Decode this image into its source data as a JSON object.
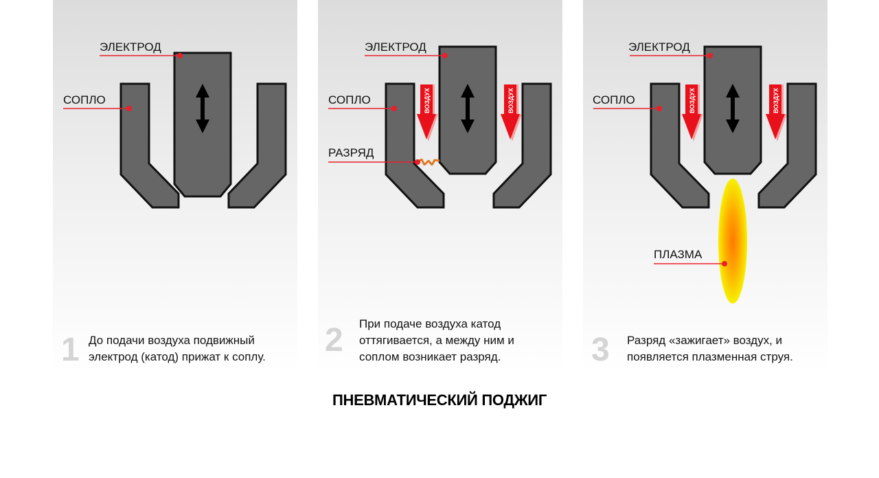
{
  "title": "ПНЕВМАТИЧЕСКИЙ ПОДЖИГ",
  "labels": {
    "electrode": "ЭЛЕКТРОД",
    "nozzle": "СОПЛО",
    "discharge": "РАЗРЯД",
    "plasma": "ПЛАЗМА",
    "air": "ВОЗДУХ"
  },
  "steps": [
    {
      "number": "1",
      "lines": [
        "До подачи воздуха подвижный",
        "электрод (катод) прижат к соплу."
      ]
    },
    {
      "number": "2",
      "lines": [
        "При подаче воздуха катод",
        "оттягивается, а между ним и",
        "соплом возникает разряд."
      ]
    },
    {
      "number": "3",
      "lines": [
        "Разряд «зажигает» воздух, и",
        "появляется плазменная струя."
      ]
    }
  ],
  "colors": {
    "part_fill": "#666666",
    "outline": "#111111",
    "pointer": "#e8202a",
    "arrow": "#e8101a",
    "spark": "#e07820",
    "step_number": "#d4d4d4"
  }
}
